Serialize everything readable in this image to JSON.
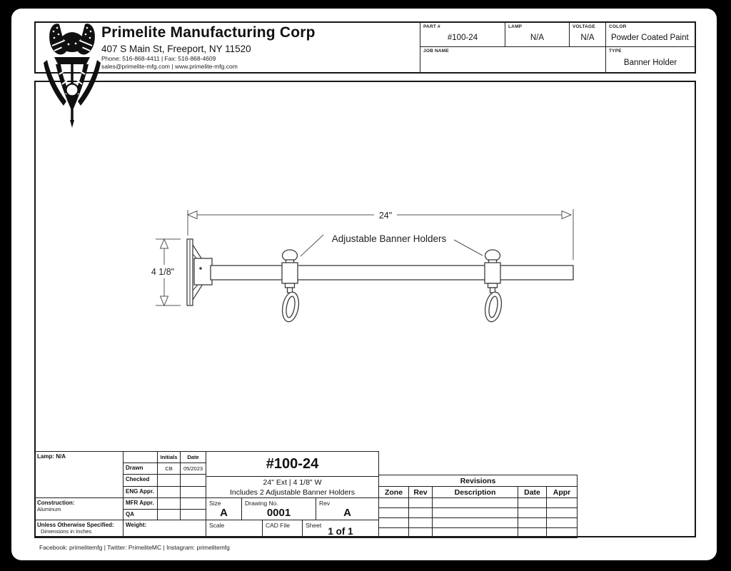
{
  "company": {
    "name": "Primelite Manufacturing Corp",
    "address": "407 S Main St, Freeport, NY 11520",
    "phone_fax": "Phone: 516-868-4411 | Fax: 516-868-4609",
    "email_web": "sales@primelite-mfg.com | www.primelite-mfg.com"
  },
  "header": {
    "part_label": "PART #",
    "part_value": "#100-24",
    "lamp_label": "LAMP",
    "lamp_value": "N/A",
    "voltage_label": "VOLTAGE",
    "voltage_value": "N/A",
    "color_label": "COLOR",
    "color_value": "Powder Coated Paint",
    "job_label": "JOB NAME",
    "type_label": "TYPE",
    "type_value": "Banner Holder"
  },
  "drawing": {
    "width_dim": "24\"",
    "height_dim": "4 1/8\"",
    "callout": "Adjustable Banner Holders"
  },
  "title_block": {
    "lamp": "Lamp: N/A",
    "sign": {
      "headers": {
        "initials": "Initials",
        "date": "Date"
      },
      "rows": [
        {
          "label": "Drawn",
          "initials": "CB",
          "date": "05/2023"
        },
        {
          "label": "Checked",
          "initials": "",
          "date": ""
        },
        {
          "label": "ENG Appr.",
          "initials": "",
          "date": ""
        },
        {
          "label": "MFR Appr.",
          "initials": "",
          "date": ""
        },
        {
          "label": "QA",
          "initials": "",
          "date": ""
        }
      ]
    },
    "construction_label": "Construction:",
    "construction_value": "Aluminum",
    "unless_line1": "Unless Otherwise Specified:",
    "unless_line2": "Dimensions in Inches",
    "weight_label": "Weight:",
    "part_number": "#100-24",
    "desc_line1": "24\" Ext | 4 1/8\" W",
    "desc_line2": "Includes 2 Adjustable Banner Holders",
    "size_label": "Size",
    "size_value": "A",
    "drawing_no_label": "Drawing No.",
    "drawing_no_value": "0001",
    "rev_label": "Rev",
    "rev_value": "A",
    "scale_label": "Scale",
    "cad_file_label": "CAD File",
    "sheet_label": "Sheet",
    "sheet_value": "1 of 1"
  },
  "revisions": {
    "title": "Revisions",
    "col_zone": "Zone",
    "col_rev": "Rev",
    "col_description": "Description",
    "col_date": "Date",
    "col_appr": "Appr"
  },
  "footer": {
    "social": "Facebook: primelitemfg | Twitter: PrimeliteMC | Instagram: primelitemfg"
  },
  "colors": {
    "ink": "#161616",
    "line": "#3c3c3c",
    "paper": "#ffffff",
    "frame": "#000000"
  }
}
